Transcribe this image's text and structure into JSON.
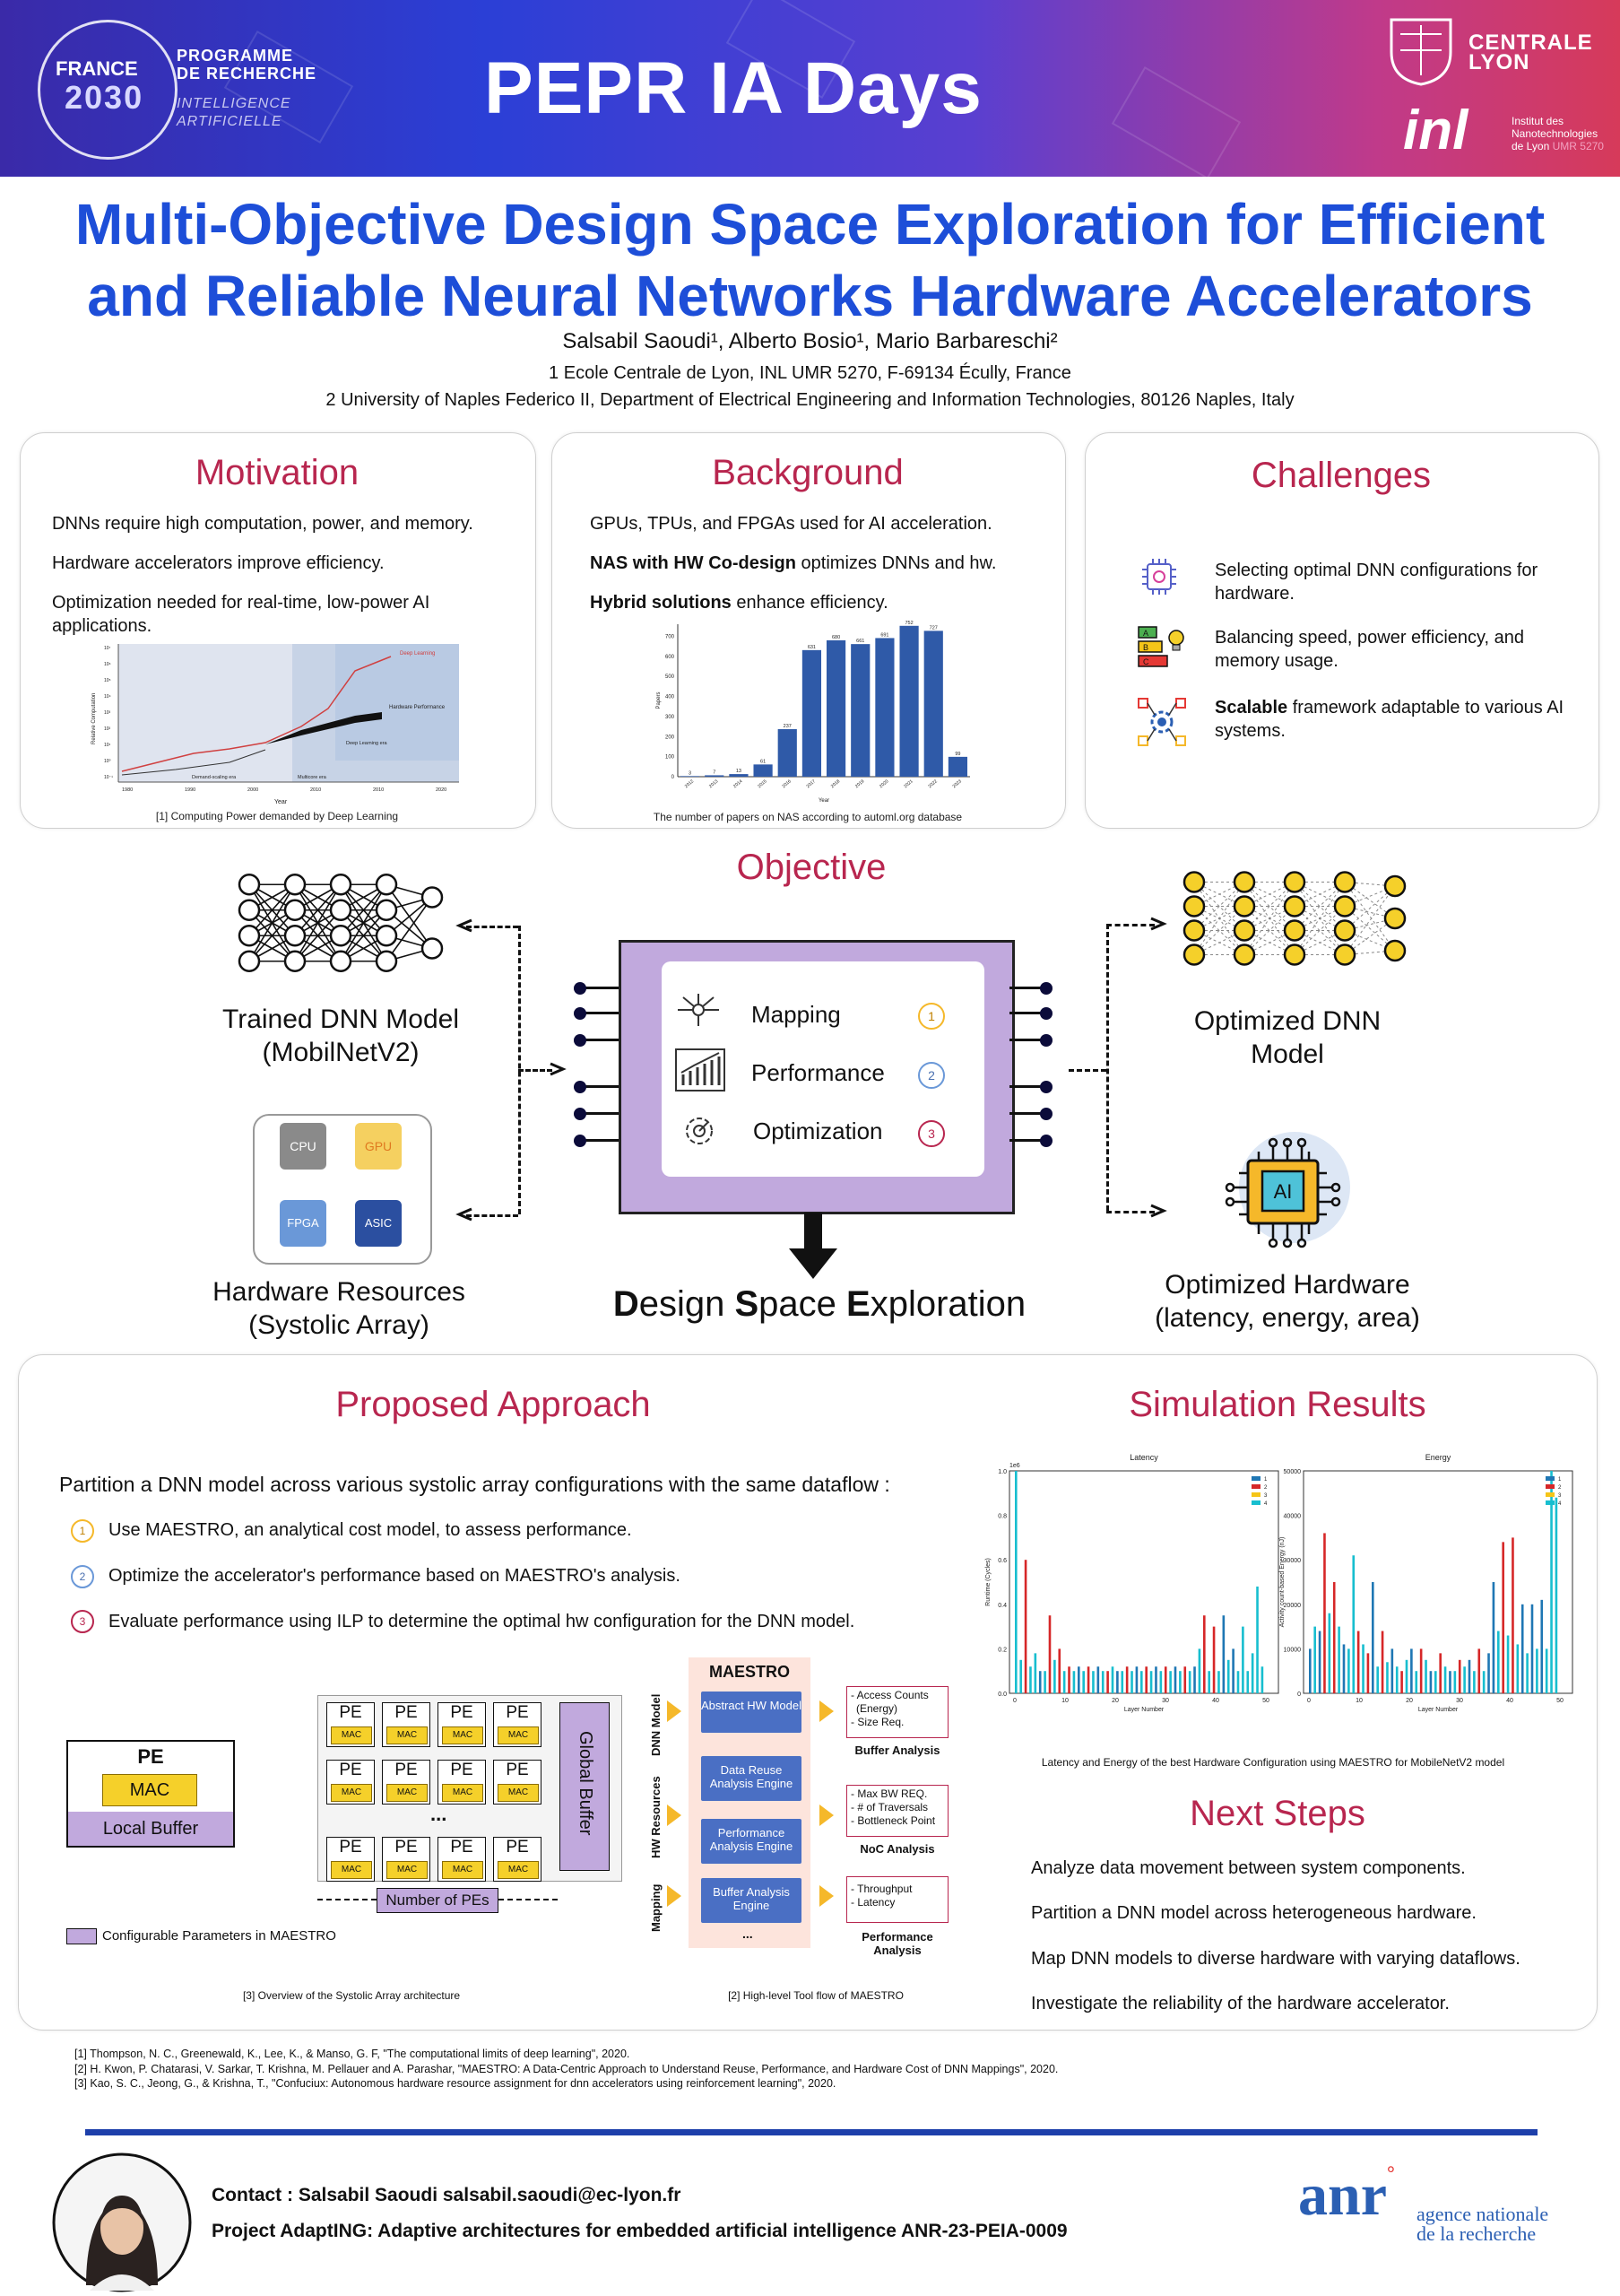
{
  "header": {
    "logo_left": {
      "line1": "FRANCE",
      "line2": "2030",
      "prog1": "PROGRAMME",
      "prog2": "DE RECHERCHE",
      "prog3": "INTELLIGENCE",
      "prog4": "ARTIFICIELLE"
    },
    "title": "PEPR IA Days",
    "logo_right": {
      "cl1": "CENTRALE",
      "cl2": "LYON",
      "inl": "inl",
      "inl_sub1": "Institut des",
      "inl_sub2": "Nanotechnologies",
      "inl_sub3": "de Lyon",
      "inl_sub4": "UMR 5270"
    }
  },
  "title": {
    "line1": "Multi-Objective Design Space Exploration for Efficient",
    "line2": "and Reliable Neural Networks Hardware Accelerators"
  },
  "authors": "Salsabil Saoudi¹, Alberto Bosio¹, Mario Barbareschi²",
  "affiliations": [
    "1 Ecole Centrale de Lyon, INL UMR 5270, F-69134 Écully, France",
    "2 University of Naples Federico II, Department of Electrical Engineering and Information Technologies, 80126 Naples, Italy"
  ],
  "motivation": {
    "title": "Motivation",
    "items": [
      "DNNs require high computation, power, and memory.",
      "Hardware accelerators improve efficiency.",
      "Optimization needed for real-time, low-power AI applications."
    ],
    "figure": {
      "ylabel": "Relative Computation",
      "xlabel": "Year",
      "lab_dl": "Deep Learning",
      "lab_hw": "Hardware Performance",
      "lab_dle": "Deep Learning era",
      "lab_ds": "Demand-scaling era",
      "lab_mc": "Multicore era",
      "xticks": [
        "1980",
        "1990",
        "2000",
        "2010",
        "2010",
        "2020"
      ],
      "yticks": [
        "10⁷",
        "10⁶",
        "10⁵",
        "10⁴",
        "10³",
        "10²",
        "10¹",
        "10⁰",
        "10⁻¹"
      ]
    },
    "caption": "[1] Computing Power demanded by Deep Learning"
  },
  "background": {
    "title": "Background",
    "item1": "GPUs, TPUs, and FPGAs used for AI acceleration.",
    "item2_bold": "NAS with HW Co-design",
    "item2_rest": " optimizes DNNs and hw.",
    "item3_bold": "Hybrid solutions",
    "item3_rest": " enhance efficiency.",
    "caption": "The number of papers on NAS according to automl.org database"
  },
  "chart_data": {
    "type": "bar",
    "categories": [
      "2012",
      "2013",
      "2014",
      "2015",
      "2016",
      "2017",
      "2018",
      "2019",
      "2020",
      "2021",
      "2022",
      "2023"
    ],
    "values": [
      3,
      7,
      13,
      61,
      237,
      631,
      680,
      661,
      691,
      752,
      727,
      99
    ],
    "xlabel": "Year",
    "ylabel": "Papers",
    "ylim": [
      0,
      760
    ],
    "yticks": [
      0,
      100,
      200,
      300,
      400,
      500,
      600,
      700
    ]
  },
  "challenges": {
    "title": "Challenges",
    "item1": "Selecting optimal DNN configurations for hardware.",
    "item2": "Balancing speed, power efficiency, and memory usage.",
    "item3_bold": "Scalable",
    "item3_rest": " framework adaptable to various AI systems."
  },
  "objective": {
    "title": "Objective",
    "left_top_label": "Trained DNN Model\n(MobilNetV2)",
    "left_bottom_label": "Hardware Resources\n(Systolic Array)",
    "chip_labels": [
      "CPU",
      "GPU",
      "FPGA",
      "ASIC"
    ],
    "steps": [
      {
        "label": "Mapping",
        "num": "1"
      },
      {
        "label": "Performance",
        "num": "2"
      },
      {
        "label": "Optimization",
        "num": "3"
      }
    ],
    "dse_D": "D",
    "dse_esign": "esign ",
    "dse_S": "S",
    "dse_pace": "pace ",
    "dse_E": "E",
    "dse_xploration": "xploration",
    "right_top_label": "Optimized DNN\nModel",
    "ai_chip": "AI",
    "right_bottom_label": "Optimized Hardware\n(latency, energy, area)"
  },
  "approach": {
    "title": "Proposed Approach",
    "intro": "Partition a DNN model across various systolic array configurations with the same dataflow :",
    "steps": [
      {
        "num": "1",
        "text": "Use MAESTRO, an analytical cost model, to assess performance."
      },
      {
        "num": "2",
        "text": "Optimize the accelerator's performance based on MAESTRO's analysis."
      },
      {
        "num": "3",
        "text": "Evaluate performance using ILP to determine the optimal hw configuration for the DNN model."
      }
    ],
    "pe_title": "PE",
    "pe_mac": "MAC",
    "pe_buffer": "Local Buffer",
    "grid_pe": "PE",
    "grid_mac": "MAC",
    "ellipsis": "...",
    "global_buffer": "Global Buffer",
    "num_pes": "Number of PEs",
    "legend": "Configurable Parameters in MAESTRO",
    "caption_left": "[3] Overview of the Systolic Array architecture",
    "maestro": {
      "title": "MAESTRO",
      "side_labels": [
        "DNN Model",
        "HW Resources",
        "Mapping"
      ],
      "blocks": [
        "Abstract HW Model",
        "Data Reuse Analysis Engine",
        "Performance Analysis Engine",
        "Buffer Analysis Engine"
      ],
      "ellipsis": "...",
      "outputs": [
        {
          "lines": [
            "- Access Counts",
            "(Energy)",
            "- Size Req."
          ],
          "caption": "Buffer Analysis"
        },
        {
          "lines": [
            "- Max BW REQ.",
            "- # of Traversals",
            "- Bottleneck Point"
          ],
          "caption": "NoC Analysis"
        },
        {
          "lines": [
            "- Throughput",
            "- Latency"
          ],
          "caption": "Performance Analysis"
        }
      ]
    },
    "caption_right": "[2] High-level Tool flow of MAESTRO"
  },
  "results": {
    "title": "Simulation Results",
    "latency": {
      "title": "Latency",
      "scale": "1e6",
      "ylabel": "Runtime (Cycles)",
      "xlabel": "Layer Number",
      "yticks": [
        "1.0",
        "0.8",
        "0.6",
        "0.4",
        "0.2",
        "0.0"
      ],
      "xticks": [
        "0",
        "10",
        "20",
        "30",
        "40",
        "50"
      ],
      "legend": [
        "1",
        "2",
        "3",
        "4"
      ]
    },
    "energy": {
      "title": "Energy",
      "ylabel": "Activity count-based Energy (nJ)",
      "xlabel": "Layer Number",
      "yticks": [
        "50000",
        "40000",
        "30000",
        "20000",
        "10000",
        "0"
      ],
      "xticks": [
        "0",
        "10",
        "20",
        "30",
        "40",
        "50"
      ],
      "legend": [
        "1",
        "2",
        "3",
        "4"
      ]
    },
    "series_colors": [
      "#1f77b4",
      "#d62728",
      "#f5c518",
      "#17becf"
    ],
    "caption": "Latency and Energy of the best Hardware Configuration using MAESTRO for MobileNetV2 model"
  },
  "next_steps": {
    "title": "Next Steps",
    "items": [
      "Analyze data movement between system components.",
      "Partition a DNN model across heterogeneous hardware.",
      "Map DNN models to diverse hardware with varying dataflows.",
      "Investigate the reliability of the hardware accelerator."
    ]
  },
  "references": [
    "[1] Thompson, N. C., Greenewald, K., Lee, K., & Manso, G. F, \"The computational limits of deep learning\", 2020.",
    "[2] H. Kwon, P. Chatarasi, V. Sarkar, T. Krishna, M. Pellauer and A. Parashar, \"MAESTRO: A Data-Centric Approach to Understand Reuse, Performance, and Hardware Cost of DNN Mappings\", 2020.",
    "[3] Kao, S. C., Jeong, G., & Krishna, T., \"Confuciux: Autonomous hardware resource assignment for dnn accelerators using reinforcement learning\", 2020."
  ],
  "footer": {
    "contact": "Contact : Salsabil Saoudi salsabil.saoudi@ec-lyon.fr",
    "project": "Project AdaptING: Adaptive architectures for embedded artificial intelligence ANR-23-PEIA-0009",
    "anr": "anr",
    "anr_sub1": "agence nationale",
    "anr_sub2": "de la recherche"
  },
  "colors": {
    "title_blue": "#1d4ed8",
    "accent_red": "#b8264f",
    "bar_blue": "#2f5aa8",
    "purple": "#b9a6d9"
  }
}
